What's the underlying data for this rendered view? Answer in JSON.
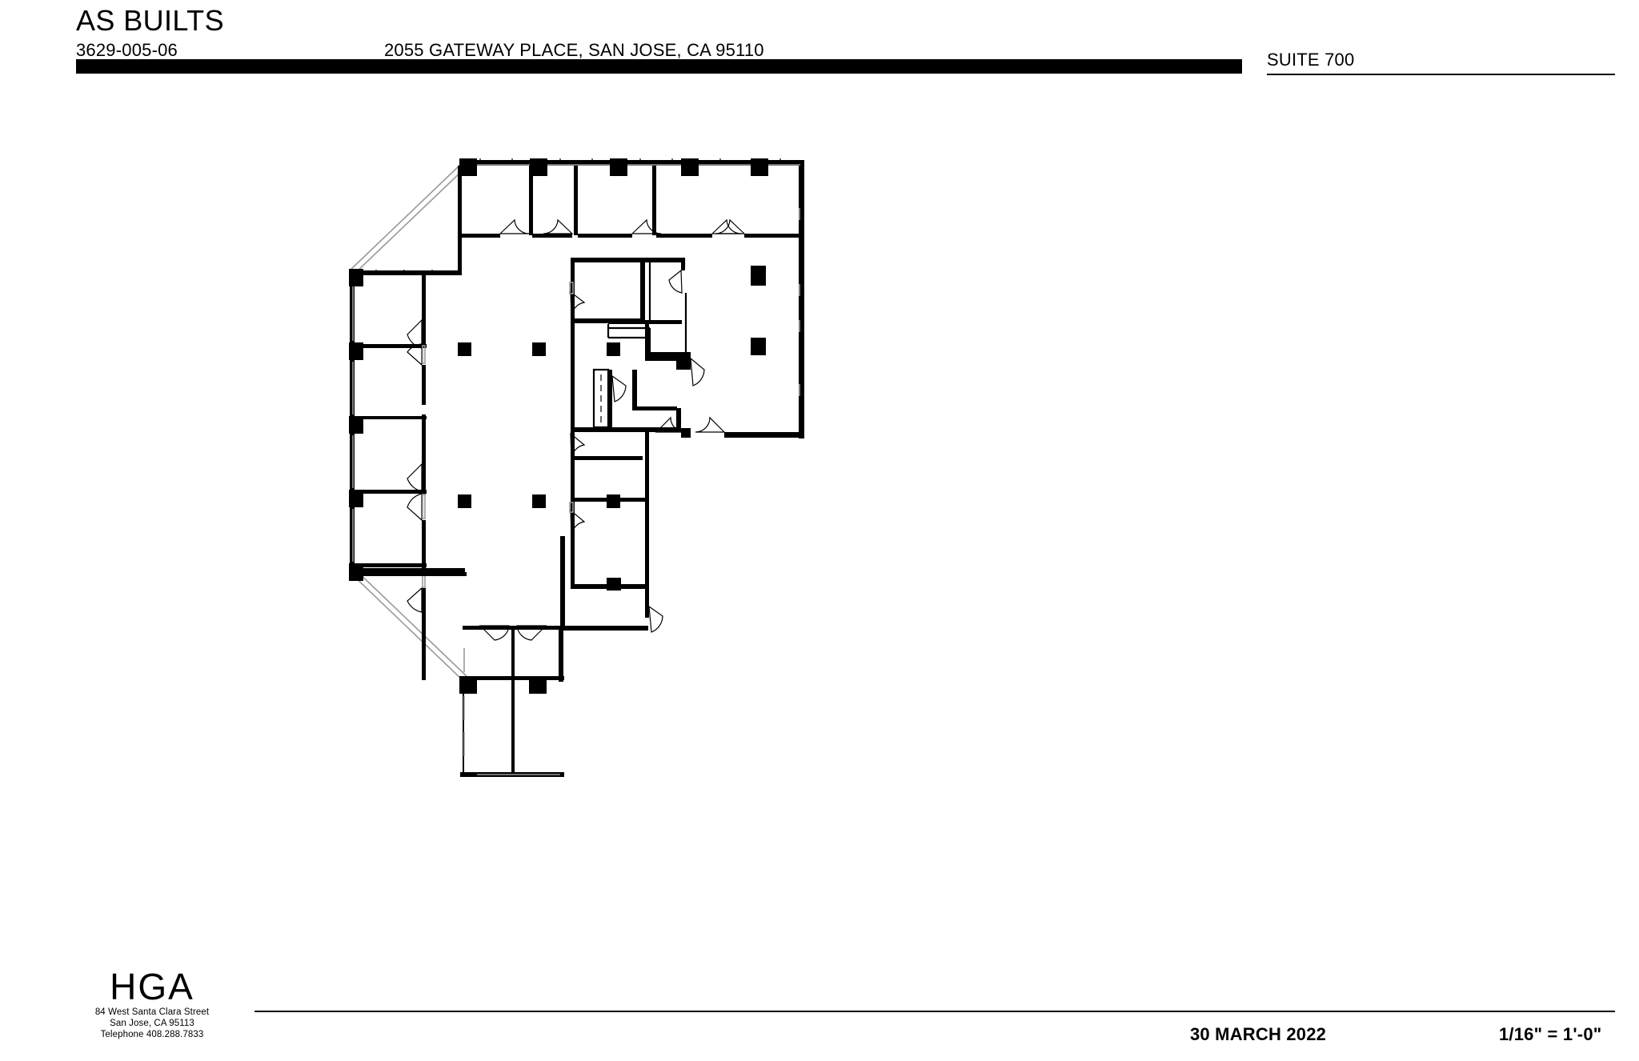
{
  "header": {
    "title": "AS BUILTS",
    "project_number": "3629-005-06",
    "address": "2055 GATEWAY PLACE, SAN JOSE, CA 95110",
    "suite": "SUITE 700"
  },
  "footer": {
    "logo_wordmark": "HGA",
    "logo_address_line1": "84 West Santa Clara Street",
    "logo_address_line2": "San Jose, CA 95113",
    "logo_address_line3": "Telephone   408.288.7833",
    "date": "30 MARCH 2022",
    "scale": "1/16\" = 1'-0\""
  },
  "drawing": {
    "type": "architectural-floor-plan",
    "description": "L-shaped office floor plate with chamfered northwest and southwest corners, perimeter private offices, central open area, and core with restrooms, elevators and stairs.",
    "colors": {
      "line": "#000000",
      "glazing": "#9a9a9a",
      "background": "#ffffff"
    },
    "elements": {
      "structural_columns": 18,
      "door_swings": 16,
      "perimeter_glazing": "mullion-marked curtain wall"
    }
  }
}
